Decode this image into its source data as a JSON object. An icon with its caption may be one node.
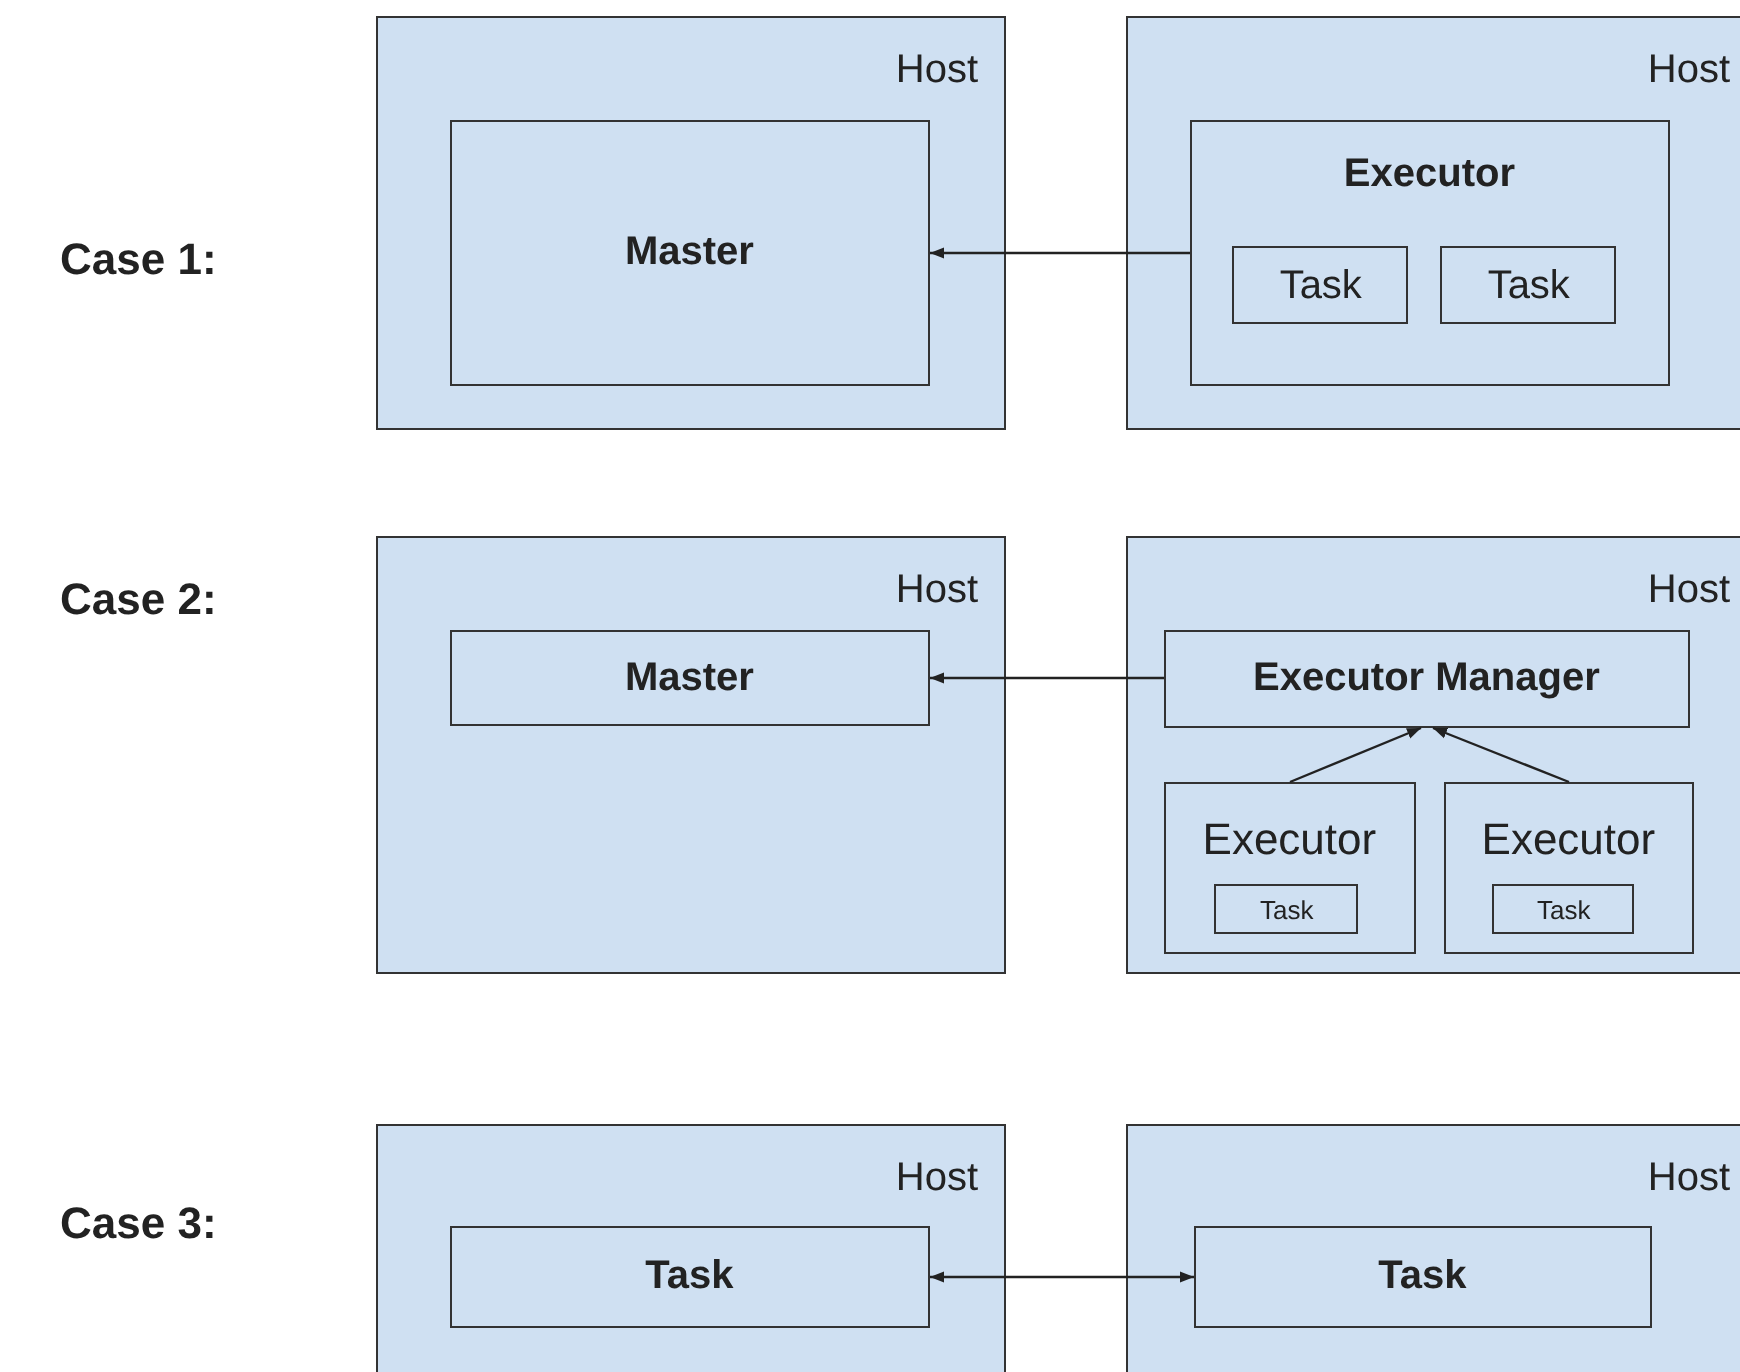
{
  "diagram": {
    "nodes": [
      {
        "text": [
          "Host"
        ]
      },
      {
        "text": [
          "Master"
        ],
        "in": 0
      },
      {
        "text": [
          "Host"
        ]
      },
      {
        "text": [
          "Executor"
        ],
        "in": 2
      },
      {
        "text": [
          "Task"
        ],
        "in": 3
      },
      {
        "text": [
          "Task"
        ],
        "in": 3
      },
      {
        "text": [
          "Host"
        ]
      },
      {
        "text": [
          "Master"
        ],
        "in": 6
      },
      {
        "text": [
          "Host"
        ]
      },
      {
        "text": [
          "Executor Manager"
        ],
        "in": 8
      },
      {
        "text": [
          "Executor"
        ],
        "in": 8
      },
      {
        "text": [
          "Task"
        ],
        "in": 10
      },
      {
        "text": [
          "Executor"
        ],
        "in": 8
      },
      {
        "text": [
          "Task"
        ],
        "in": 12
      },
      {
        "text": [
          "Host"
        ]
      },
      {
        "text": [
          "Task"
        ],
        "in": 14
      },
      {
        "text": [
          "Host"
        ]
      },
      {
        "text": [
          "Task"
        ],
        "in": 16
      }
    ],
    "edges": [
      {
        "from": 3,
        "to": 1,
        "arrow": "to"
      },
      {
        "from": 9,
        "to": 7,
        "arrow": "to"
      },
      {
        "from": 10,
        "to": 9,
        "arrow": "to"
      },
      {
        "from": 12,
        "to": 9,
        "arrow": "to"
      },
      {
        "from": 15,
        "to": 17,
        "arrow": "both"
      }
    ],
    "labels": [
      "Case 1:",
      "Case 2:",
      "Case 3:"
    ]
  }
}
